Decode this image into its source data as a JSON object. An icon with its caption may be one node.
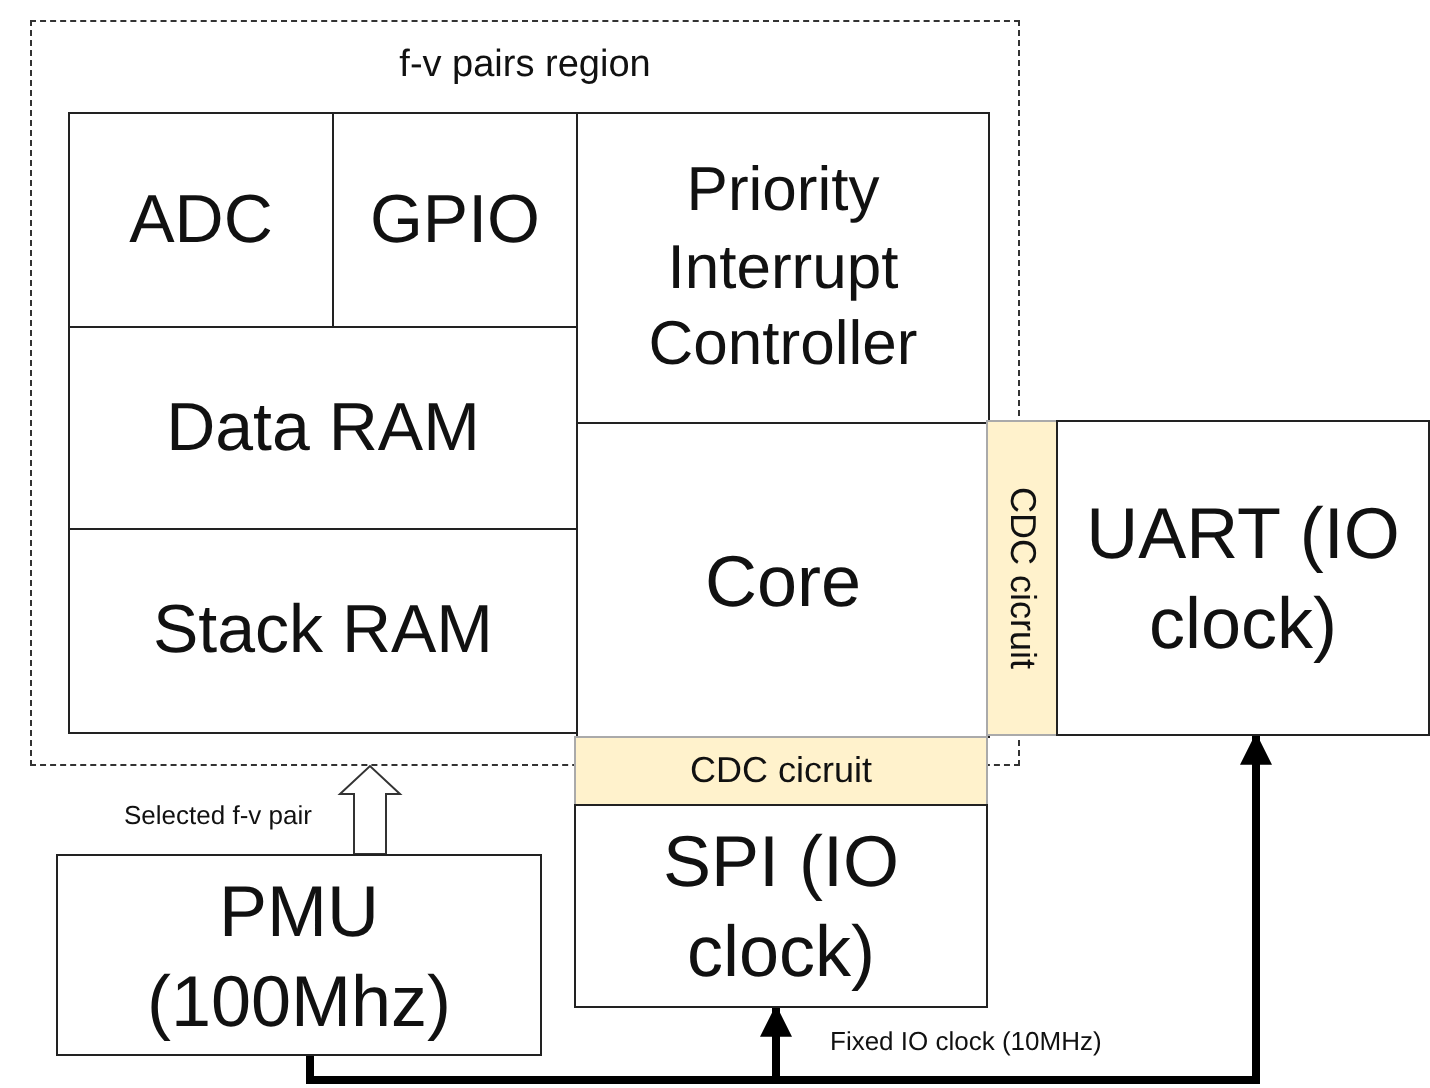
{
  "diagram": {
    "nodes": [
      {
        "text": [
          "f-v pairs region"
        ]
      },
      {
        "text": [
          "ADC"
        ],
        "in": 0
      },
      {
        "text": [
          "GPIO"
        ],
        "in": 0
      },
      {
        "text": [
          "Priority Interrupt Controller"
        ],
        "in": 0
      },
      {
        "text": [
          "Data RAM"
        ],
        "in": 0
      },
      {
        "text": [
          "Stack RAM"
        ],
        "in": 0
      },
      {
        "text": [
          "Core"
        ],
        "in": 0
      },
      {
        "text": [
          "CDC cicruit"
        ]
      },
      {
        "text": [
          "UART (IO clock)"
        ]
      },
      {
        "text": [
          "CDC cicruit"
        ]
      },
      {
        "text": [
          "SPI (IO clock)"
        ]
      },
      {
        "text": [
          "PMU (100Mhz)"
        ]
      }
    ],
    "edges": [
      {
        "from": 11,
        "to": 0,
        "arrow": "to",
        "style": "thick",
        "label": "Selected f-v pair"
      },
      {
        "from": 11,
        "to": 10,
        "arrow": "to"
      },
      {
        "from": 11,
        "to": 8,
        "arrow": "to",
        "label": "Fixed IO clock (10MHz)"
      }
    ]
  }
}
